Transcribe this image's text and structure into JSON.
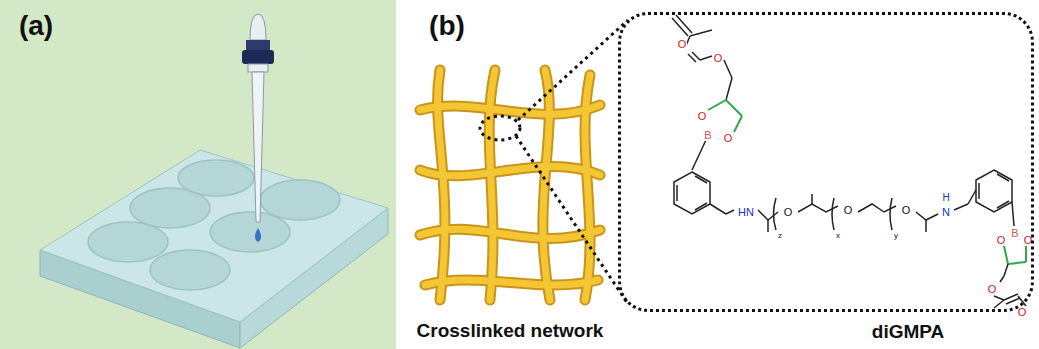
{
  "diagram": {
    "nodes": [
      {
        "text": [
          "diGMPA"
        ]
      }
    ],
    "edges": [],
    "labels": [
      "(a)",
      "(b)",
      "Crosslinked network",
      "O",
      "O",
      "O",
      "B",
      "O",
      "HN",
      "O",
      "x",
      "O",
      "y",
      "O",
      "z",
      "H",
      "N",
      "O",
      "B",
      "O",
      "O",
      "O"
    ]
  }
}
